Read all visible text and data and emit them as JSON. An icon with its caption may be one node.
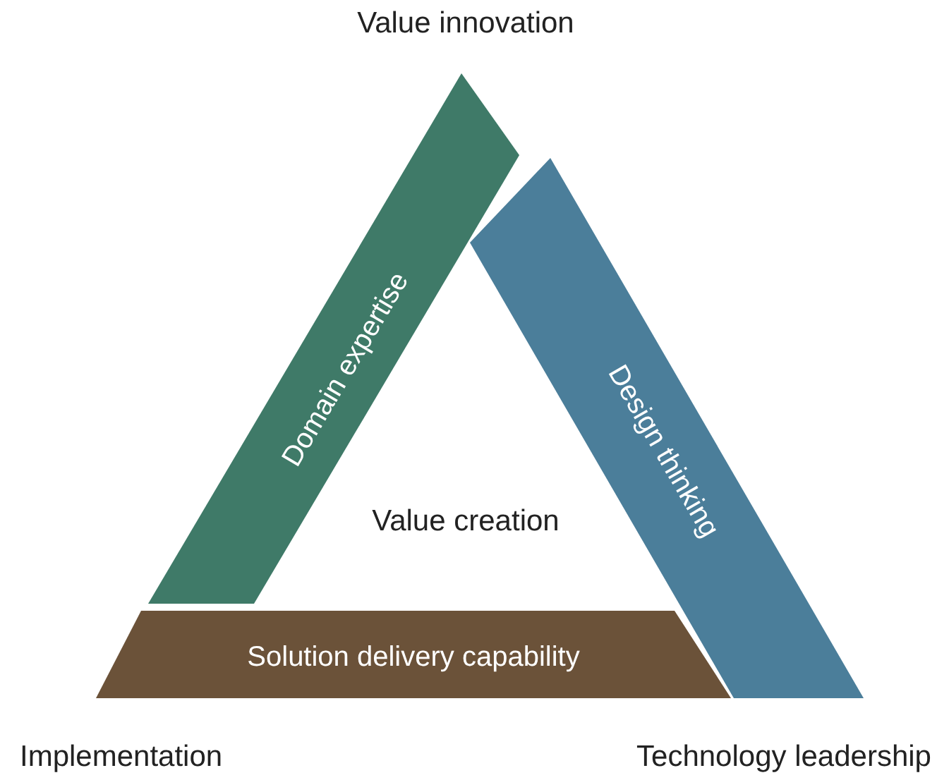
{
  "diagram": {
    "nodes": [
      {
        "text": [
          "Domain expertise"
        ]
      },
      {
        "text": [
          "Design thinking"
        ]
      },
      {
        "text": [
          "Solution delivery capability"
        ]
      }
    ],
    "labels": [
      "Value innovation",
      "Value creation",
      "Implementation",
      "Technology leadership"
    ]
  }
}
